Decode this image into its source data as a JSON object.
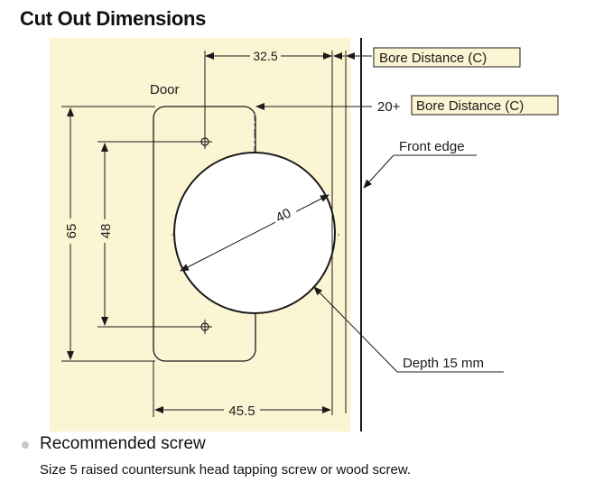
{
  "title": "Cut Out Dimensions",
  "labels": {
    "door": "Door",
    "bore_distance_1": "Bore Distance (C)",
    "bore_distance_prefix": "20+",
    "bore_distance_2": "Bore Distance (C)",
    "front_edge": "Front edge",
    "depth": "Depth 15 mm"
  },
  "dimensions": {
    "top_width": "32.5",
    "bottom_width": "45.5",
    "height_outer": "65",
    "height_inner": "48",
    "diameter": "40"
  },
  "recommended": {
    "heading": "Recommended screw",
    "description": "Size 5 raised countersunk head tapping screw or wood screw."
  },
  "colors": {
    "panel": "#fbf5d3",
    "label_box": "#fbf5d3",
    "line": "#1a1a1a"
  }
}
